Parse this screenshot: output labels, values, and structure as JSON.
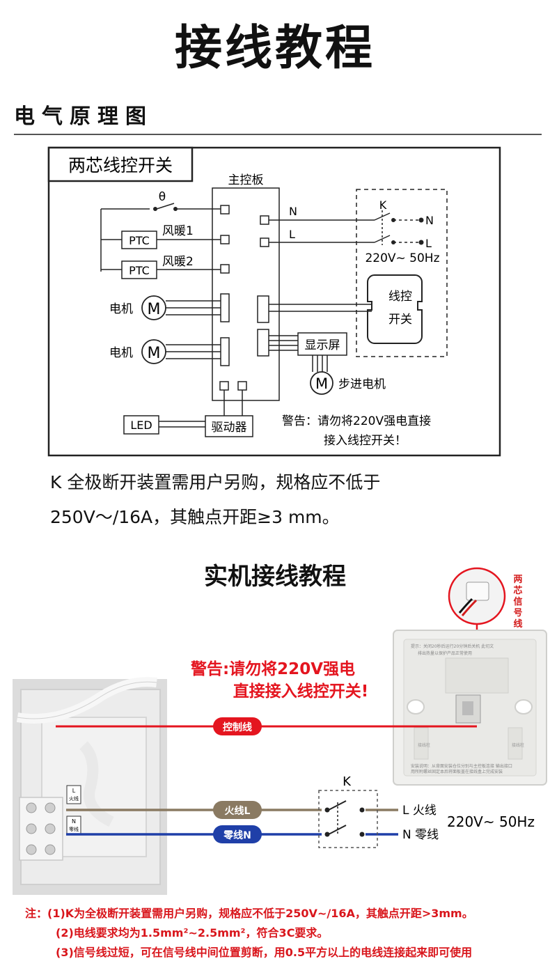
{
  "header": {
    "title": "接线教程",
    "section_title": "电气原理图"
  },
  "schematic": {
    "box_label": "两芯线控开关",
    "main_board": "主控板",
    "thermostat": "θ",
    "ptc": "PTC",
    "fan_heater_1": "风暖1",
    "fan_heater_2": "风暖2",
    "motor_label": "电机",
    "motor_symbol": "M",
    "display": "显示屏",
    "stepper_motor": "步进电机",
    "led": "LED",
    "driver": "驱动器",
    "line_n": "N",
    "line_l": "L",
    "switch_k": "K",
    "supply": "220V~ 50Hz",
    "wire_switch_line1": "线控",
    "wire_switch_line2": "开关",
    "warning_line1": "警告：请勿将220V强电直接",
    "warning_line2": "接入线控开关！"
  },
  "k_note": {
    "line1": "K 全极断开装置需用户另购，规格应不低于",
    "line2": "250V～/16A，其触点开距≥3 mm。"
  },
  "photo_section": {
    "title": "实机接线教程",
    "signal_wire_label": [
      "两",
      "芯",
      "信",
      "号",
      "线"
    ],
    "warning_line1": "警告:请勿将220V强电",
    "warning_line2": "直接接入线控开关!",
    "control_wire": "控制线",
    "live_tag": "火线L",
    "neutral_tag": "零线N",
    "switch_k": "K",
    "live_end": "L 火线",
    "neutral_end": "N 零线",
    "supply": "220V~ 50Hz",
    "terminal_l": "L",
    "terminal_l_cn": "火线",
    "terminal_n": "N",
    "terminal_n_cn": "零线",
    "panel_text_top": "提示：关闭20秒后运行20分钟后关机 此切文",
    "panel_text_mid": "排出热量以保护产品正常使用",
    "panel_text_bottom1": "安装说明：从背面安装仓位分别与主控板连接 输出接口",
    "panel_text_bottom2": "用所附螺丝固定本后将面板盖在接线盒上完成安装",
    "panel_side_left": "接线柱",
    "panel_side_right": "接线柱"
  },
  "notes": {
    "line1": "注：(1)K为全极断开装置需用户另购，规格应不低于250V~/16A，其触点开距>3mm。",
    "line2": "(2)电线要求均为1.5mm²~2.5mm²，符合3C要求。",
    "line3": "(3)信号线过短，可在信号线中间位置剪断，用0.5平方以上的电线连接起来即可使用"
  },
  "colors": {
    "warning_red": "#e4151f",
    "live_brown": "#8a7a62",
    "neutral_blue": "#1f3fa8",
    "note_red": "#d9161c"
  }
}
